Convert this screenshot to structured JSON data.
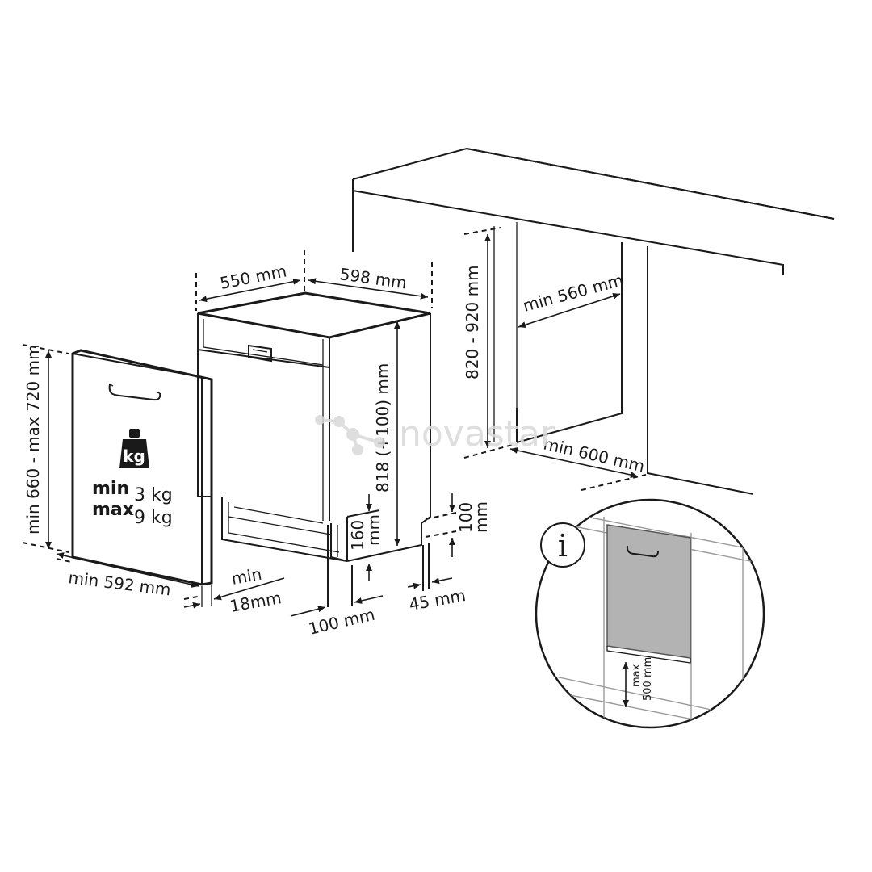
{
  "watermark": "novastar",
  "colors": {
    "line": "#1a1a1a",
    "panel_fill": "#b3b3b3",
    "watermark": "#d9d9d9",
    "detail_line": "#9a9a9a"
  },
  "icons": {
    "weight": "kg-weight-icon",
    "info": "info-icon"
  },
  "door_panel": {
    "weight_unit": "kg",
    "min_label": "min",
    "min_value": "3 kg",
    "max_label": "max",
    "max_value": "9 kg",
    "height_dim": "min 660 - max 720 mm",
    "width_dim": "min 592 mm",
    "thickness_label": "min",
    "thickness_value": "18mm"
  },
  "appliance": {
    "depth_dim": "550 mm",
    "width_dim": "598 mm",
    "height_dim": "818 (+100) mm",
    "plinth_height_dim_value": "160",
    "plinth_height_dim_unit": "mm",
    "foot_dim": "100 mm",
    "rear_height_dim_value": "100",
    "rear_height_dim_unit": "mm",
    "rear_offset_dim": "45 mm"
  },
  "niche": {
    "height_dim": "820 - 920 mm",
    "width_dim": "min 560 mm",
    "depth_dim": "min 600 mm"
  },
  "detail": {
    "info_glyph": "i",
    "max_label": "max",
    "max_value": "500 mm"
  }
}
